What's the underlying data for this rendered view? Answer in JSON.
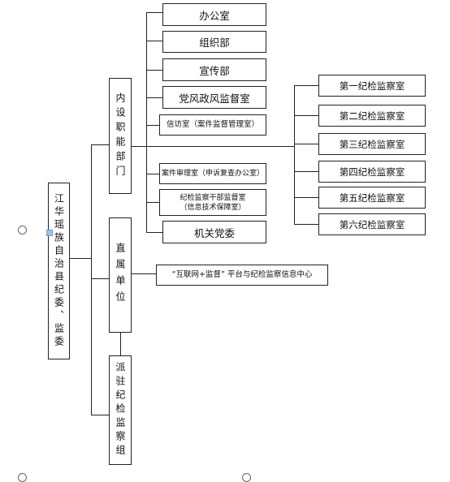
{
  "root": {
    "label": "江华瑶族自治县纪委、监委"
  },
  "groups": {
    "internal": {
      "label": "内设职能部门"
    },
    "direct": {
      "label": "直属单位"
    },
    "dispatched": {
      "label": "派驻纪检监察组"
    }
  },
  "internal_units": {
    "office": "办公室",
    "organization": "组织部",
    "publicity": "宣传部",
    "conduct": "党风政风监督室",
    "petition": "信访室（案件监督管理室）",
    "trial": "案件审理室（申诉复查办公室）",
    "cadre_line1": "纪检监察干部监督室",
    "cadre_line2": "（信息技术保障室）",
    "party_committee": "机关党委"
  },
  "inspection_rooms": [
    "第一纪检监察室",
    "第二纪检监察室",
    "第三纪检监察室",
    "第四纪检监察室",
    "第五纪检监察室",
    "第六纪检监察室"
  ],
  "direct_units": {
    "info_center": "“互联网+监督” 平台与纪检监察信息中心"
  }
}
